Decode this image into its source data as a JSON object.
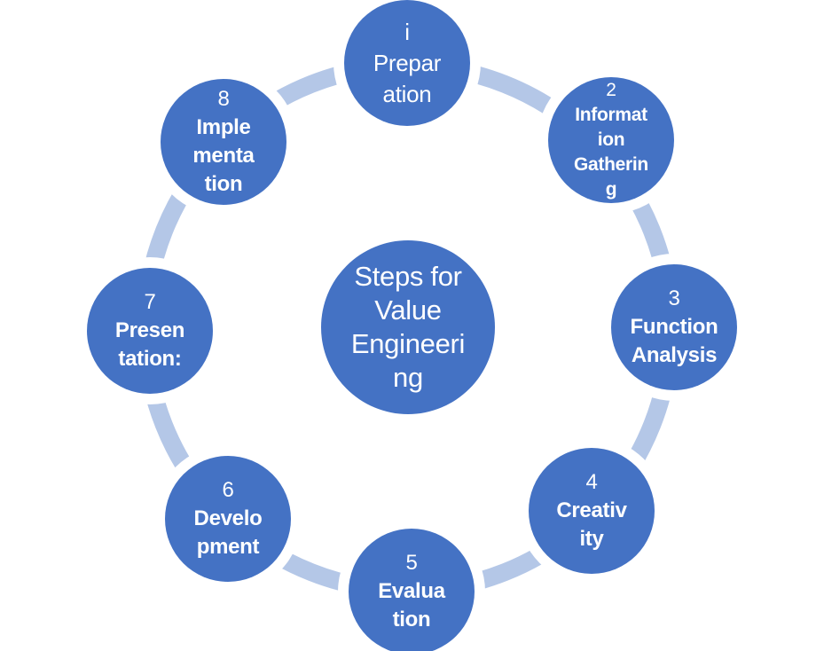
{
  "colors": {
    "node_fill": "#4472C4",
    "ring": "#B4C7E7",
    "text": "#FFFFFF",
    "background": "#FFFFFF"
  },
  "diagram": {
    "type": "cycle",
    "center": {
      "text": "Steps for Value Engineering",
      "lines": [
        "Steps for",
        "Value",
        "Engineeri",
        "ng"
      ]
    },
    "steps": [
      {
        "number": "i",
        "label": "Preparation",
        "lines": [
          "Prepar",
          "ation"
        ]
      },
      {
        "number": "2",
        "label": "Information Gathering",
        "lines": [
          "Informat",
          "ion",
          "Gatherin",
          "g"
        ]
      },
      {
        "number": "3",
        "label": "Function Analysis",
        "lines": [
          "Function",
          "Analysis"
        ]
      },
      {
        "number": "4",
        "label": "Creativity",
        "lines": [
          "Creativ",
          "ity"
        ]
      },
      {
        "number": "5",
        "label": "Evaluation",
        "lines": [
          "Evalua",
          "tion"
        ]
      },
      {
        "number": "6",
        "label": "Development",
        "lines": [
          "Develo",
          "pment"
        ]
      },
      {
        "number": "7",
        "label": "Presentation:",
        "lines": [
          "Presen",
          "tation:"
        ]
      },
      {
        "number": "8",
        "label": "Implementation",
        "lines": [
          "Imple",
          "menta",
          "tion"
        ]
      }
    ]
  }
}
